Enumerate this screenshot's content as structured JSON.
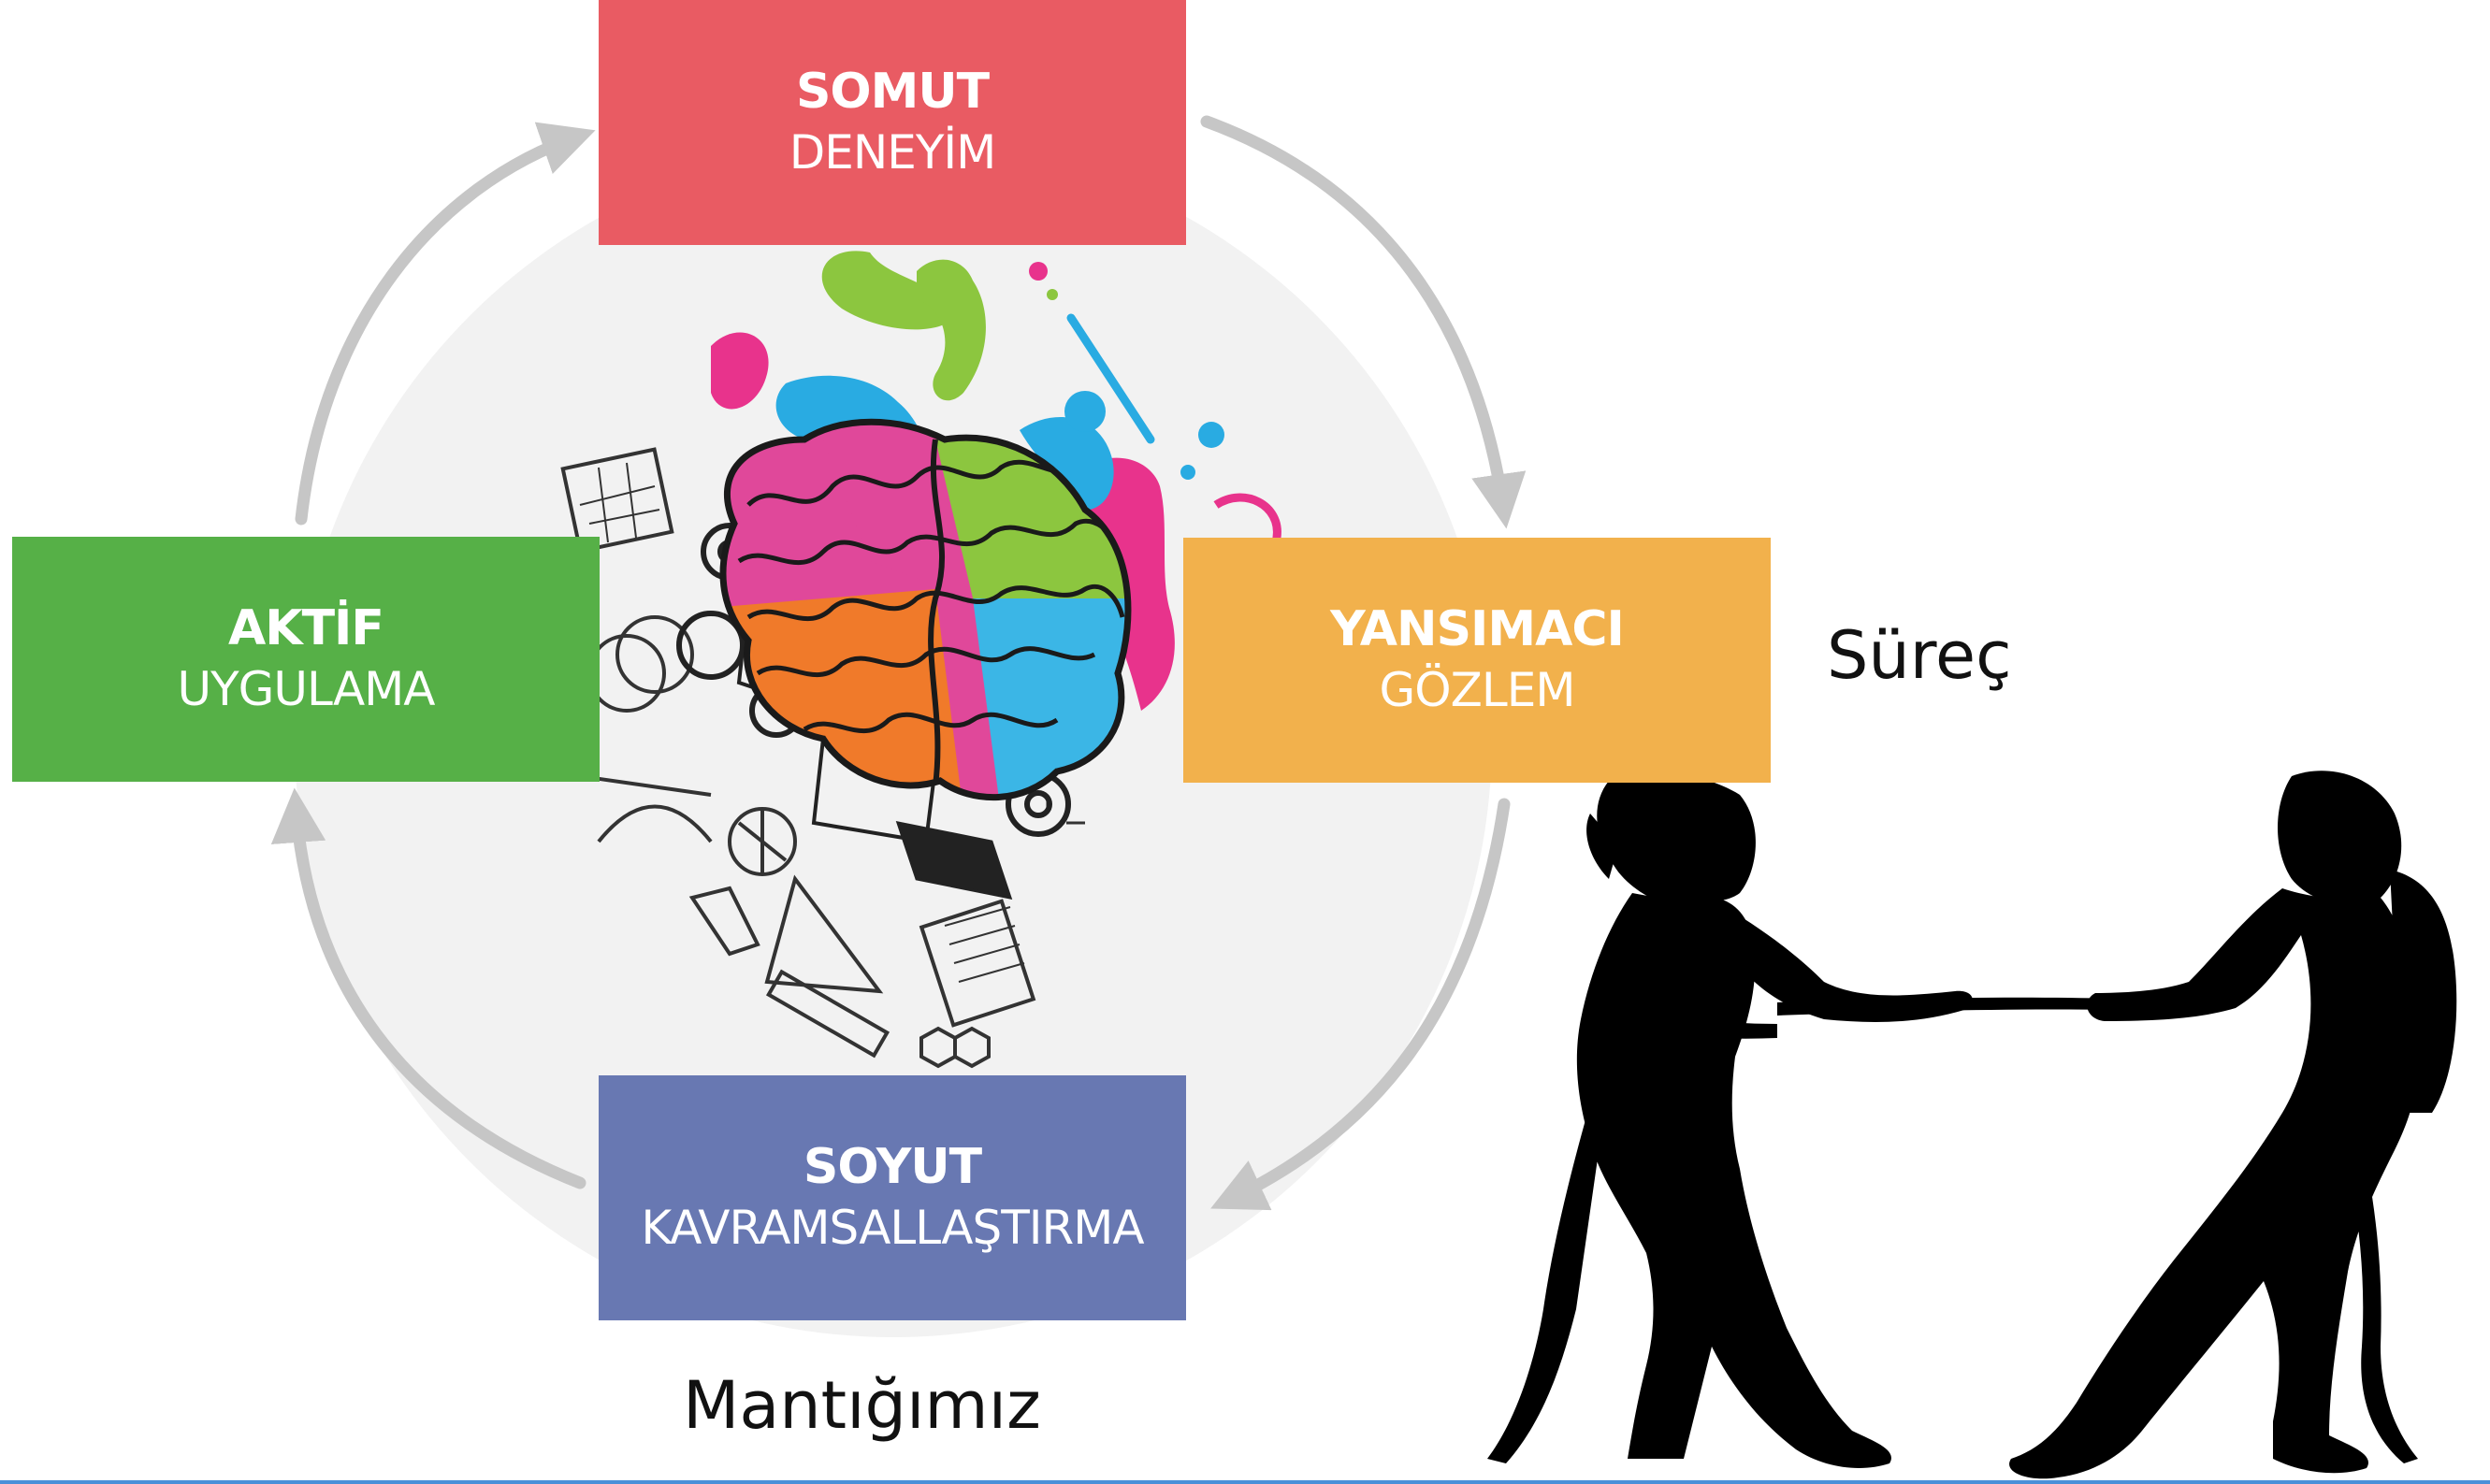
{
  "colors": {
    "page_background": "#ffffff",
    "cycle_background": "#f2f2f2",
    "arrow": "#c6c6c6",
    "concrete": "#e95b63",
    "reflective": "#f2b14c",
    "abstract": "#6878b2",
    "active": "#56b047",
    "silhouette": "#000000",
    "caption_text": "#111111",
    "bottom_line": "#4a90d9"
  },
  "cycle": {
    "concrete": {
      "line1": "SOMUT",
      "line2": "DENEYİM"
    },
    "reflective": {
      "line1": "YANSIMACI",
      "line2": "GÖZLEM"
    },
    "abstract": {
      "line1": "SOYUT",
      "line2": "KAVRAMSALLAŞTIRMA"
    },
    "active": {
      "line1": "AKTİF",
      "line2": "UYGULAMA"
    }
  },
  "captions": {
    "process": "Süreç",
    "logic": "Mantığımız"
  },
  "center_illustration": {
    "icon": "brain-icon",
    "left_half": "science-and-machinery-sketches",
    "right_half": "colorful-art-splashes",
    "brain_colors": [
      "#e0489a",
      "#f07a2a",
      "#8cc63f",
      "#3bb6e6"
    ],
    "splash_colors": [
      "#e8338c",
      "#8cc63f",
      "#29abe2",
      "#e8338c"
    ]
  },
  "silhouettes": {
    "icon": "tug-of-war-icon",
    "figure_count": 2
  }
}
